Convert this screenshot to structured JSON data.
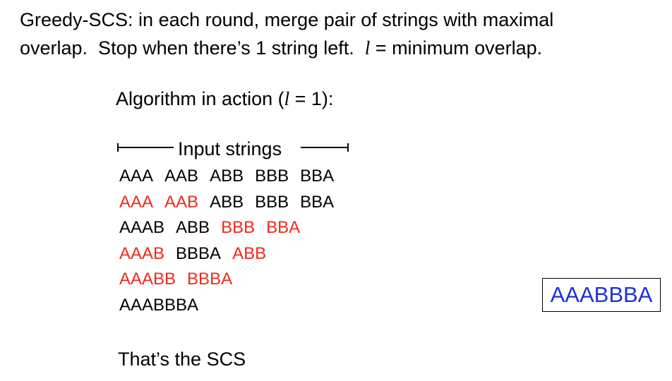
{
  "intro": {
    "line1": "Greedy-SCS: in each round, merge pair of strings with maximal",
    "line2_a": "overlap.  Stop when there’s 1 string left.  ",
    "line2_var": "l",
    "line2_b": " = minimum overlap."
  },
  "algorithm": {
    "heading_a": "Algorithm in action (",
    "heading_var": "l",
    "heading_b": " = 1):",
    "input_label": "Input strings"
  },
  "rows": [
    [
      {
        "text": "AAA",
        "color": "black"
      },
      {
        "text": "AAB",
        "color": "black"
      },
      {
        "text": "ABB",
        "color": "black"
      },
      {
        "text": "BBB",
        "color": "black"
      },
      {
        "text": "BBA",
        "color": "black"
      }
    ],
    [
      {
        "text": "AAA",
        "color": "red"
      },
      {
        "text": "AAB",
        "color": "red"
      },
      {
        "text": "ABB",
        "color": "black"
      },
      {
        "text": "BBB",
        "color": "black"
      },
      {
        "text": "BBA",
        "color": "black"
      }
    ],
    [
      {
        "text": "AAAB",
        "color": "black"
      },
      {
        "text": "ABB",
        "color": "black"
      },
      {
        "text": "BBB",
        "color": "red"
      },
      {
        "text": "BBA",
        "color": "red"
      }
    ],
    [
      {
        "text": "AAAB",
        "color": "red"
      },
      {
        "text": "BBBA",
        "color": "black"
      },
      {
        "text": "ABB",
        "color": "red"
      }
    ],
    [
      {
        "text": "AAABB",
        "color": "red"
      },
      {
        "text": "BBBA",
        "color": "red"
      }
    ],
    [
      {
        "text": "AAABBBA",
        "color": "black"
      }
    ]
  ],
  "conclusion": "That’s the SCS",
  "result": "AAABBBA",
  "colors": {
    "red": "#ee2a1b",
    "blue": "#1b2fe0",
    "black": "#000000"
  }
}
